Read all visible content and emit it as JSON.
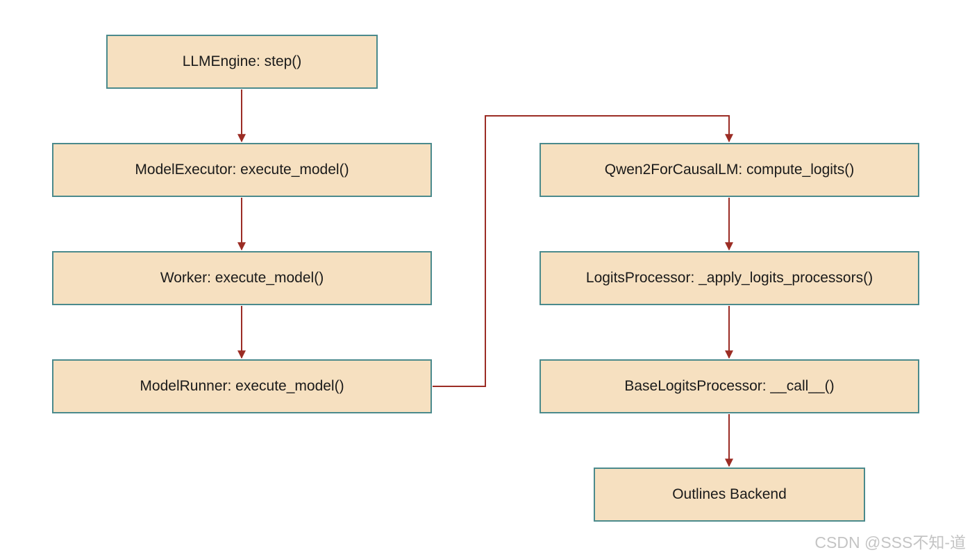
{
  "diagram": {
    "nodes": {
      "llm_engine": "LLMEngine: step()",
      "model_executor": "ModelExecutor: execute_model()",
      "worker": "Worker: execute_model()",
      "model_runner": "ModelRunner: execute_model()",
      "qwen2": "Qwen2ForCausalLM: compute_logits()",
      "logits_processor": "LogitsProcessor: _apply_logits_processors()",
      "base_logits_processor": "BaseLogitsProcessor: __call__()",
      "outlines_backend": "Outlines Backend"
    },
    "edges": [
      {
        "from": "llm_engine",
        "to": "model_executor"
      },
      {
        "from": "model_executor",
        "to": "worker"
      },
      {
        "from": "worker",
        "to": "model_runner"
      },
      {
        "from": "model_runner",
        "to": "qwen2"
      },
      {
        "from": "qwen2",
        "to": "logits_processor"
      },
      {
        "from": "logits_processor",
        "to": "base_logits_processor"
      },
      {
        "from": "base_logits_processor",
        "to": "outlines_backend"
      }
    ],
    "colors": {
      "node_fill": "#f6e0c0",
      "node_border": "#4a8a8c",
      "arrow": "#9b2c24"
    }
  },
  "watermark": "CSDN @SSS不知-道"
}
